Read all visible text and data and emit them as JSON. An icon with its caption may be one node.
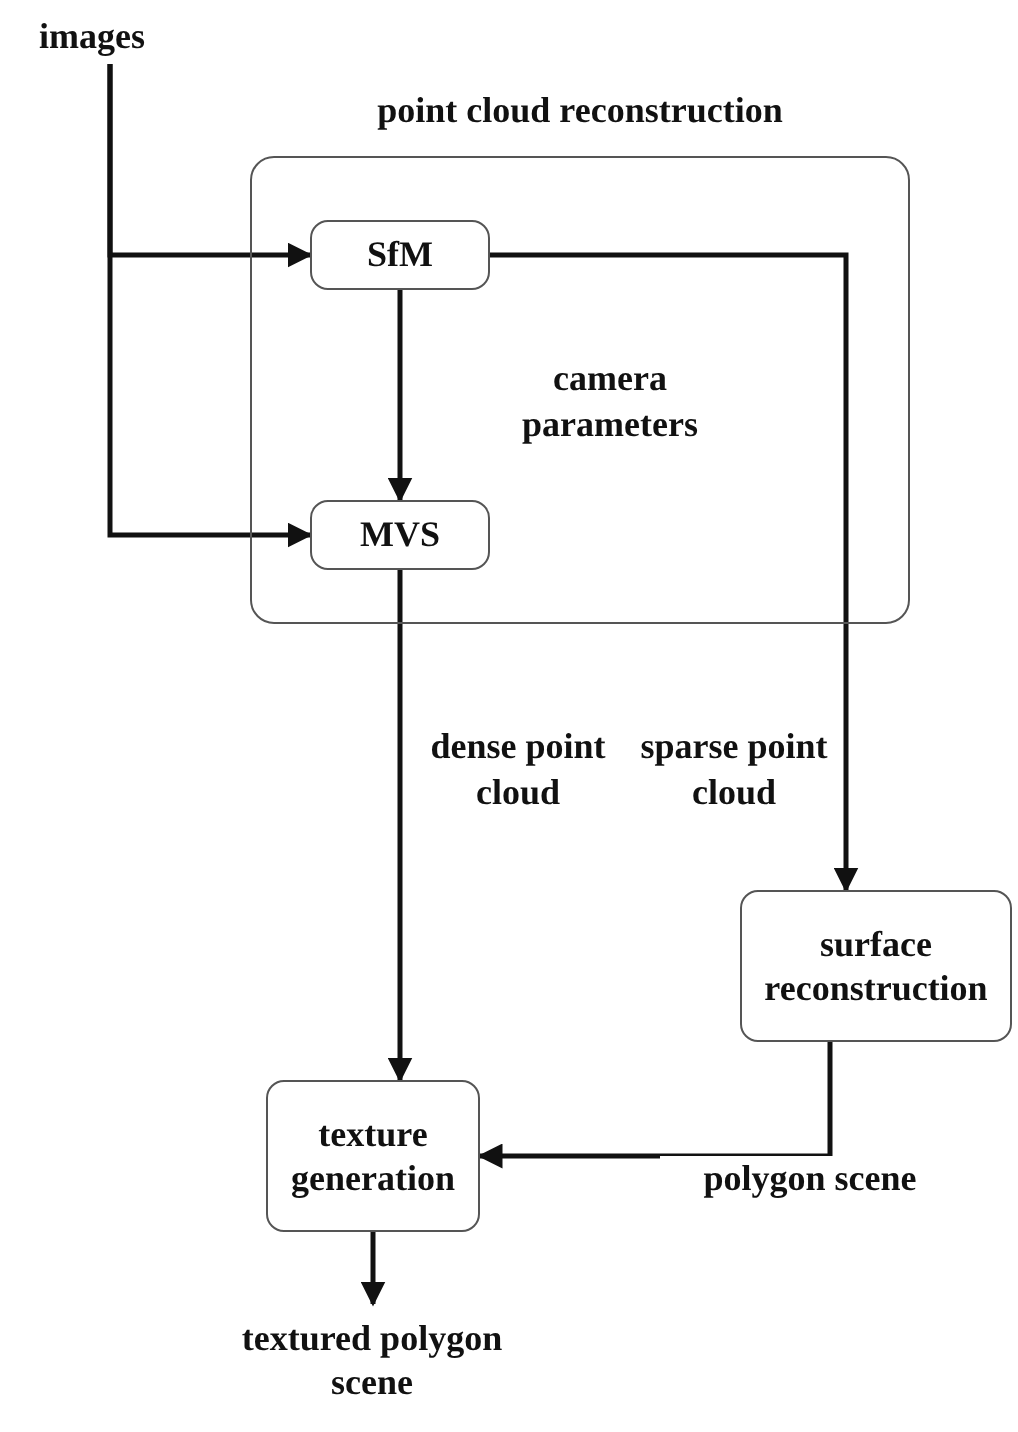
{
  "diagram": {
    "nodes": [
      {
        "text": [
          "images"
        ]
      },
      {
        "text": [
          "point cloud reconstruction"
        ]
      },
      {
        "text": [
          "SfM"
        ],
        "in": 1
      },
      {
        "text": [
          "MVS"
        ],
        "in": 1
      },
      {
        "text": [
          "surface reconstruction"
        ]
      },
      {
        "text": [
          "texture generation"
        ]
      },
      {
        "text": [
          "textured polygon scene"
        ]
      }
    ],
    "edges": [
      {
        "from": 0,
        "to": 2,
        "arrow": "to"
      },
      {
        "from": 0,
        "to": 3,
        "arrow": "to"
      },
      {
        "from": 2,
        "to": 3,
        "arrow": "to",
        "label": "camera parameters"
      },
      {
        "from": 3,
        "to": 5,
        "arrow": "to",
        "label": "dense point cloud"
      },
      {
        "from": 2,
        "to": 4,
        "arrow": "to",
        "label": "sparse point cloud"
      },
      {
        "from": 4,
        "to": 5,
        "arrow": "to",
        "label": "polygon scene"
      },
      {
        "from": 5,
        "to": 6,
        "arrow": "to"
      }
    ]
  }
}
